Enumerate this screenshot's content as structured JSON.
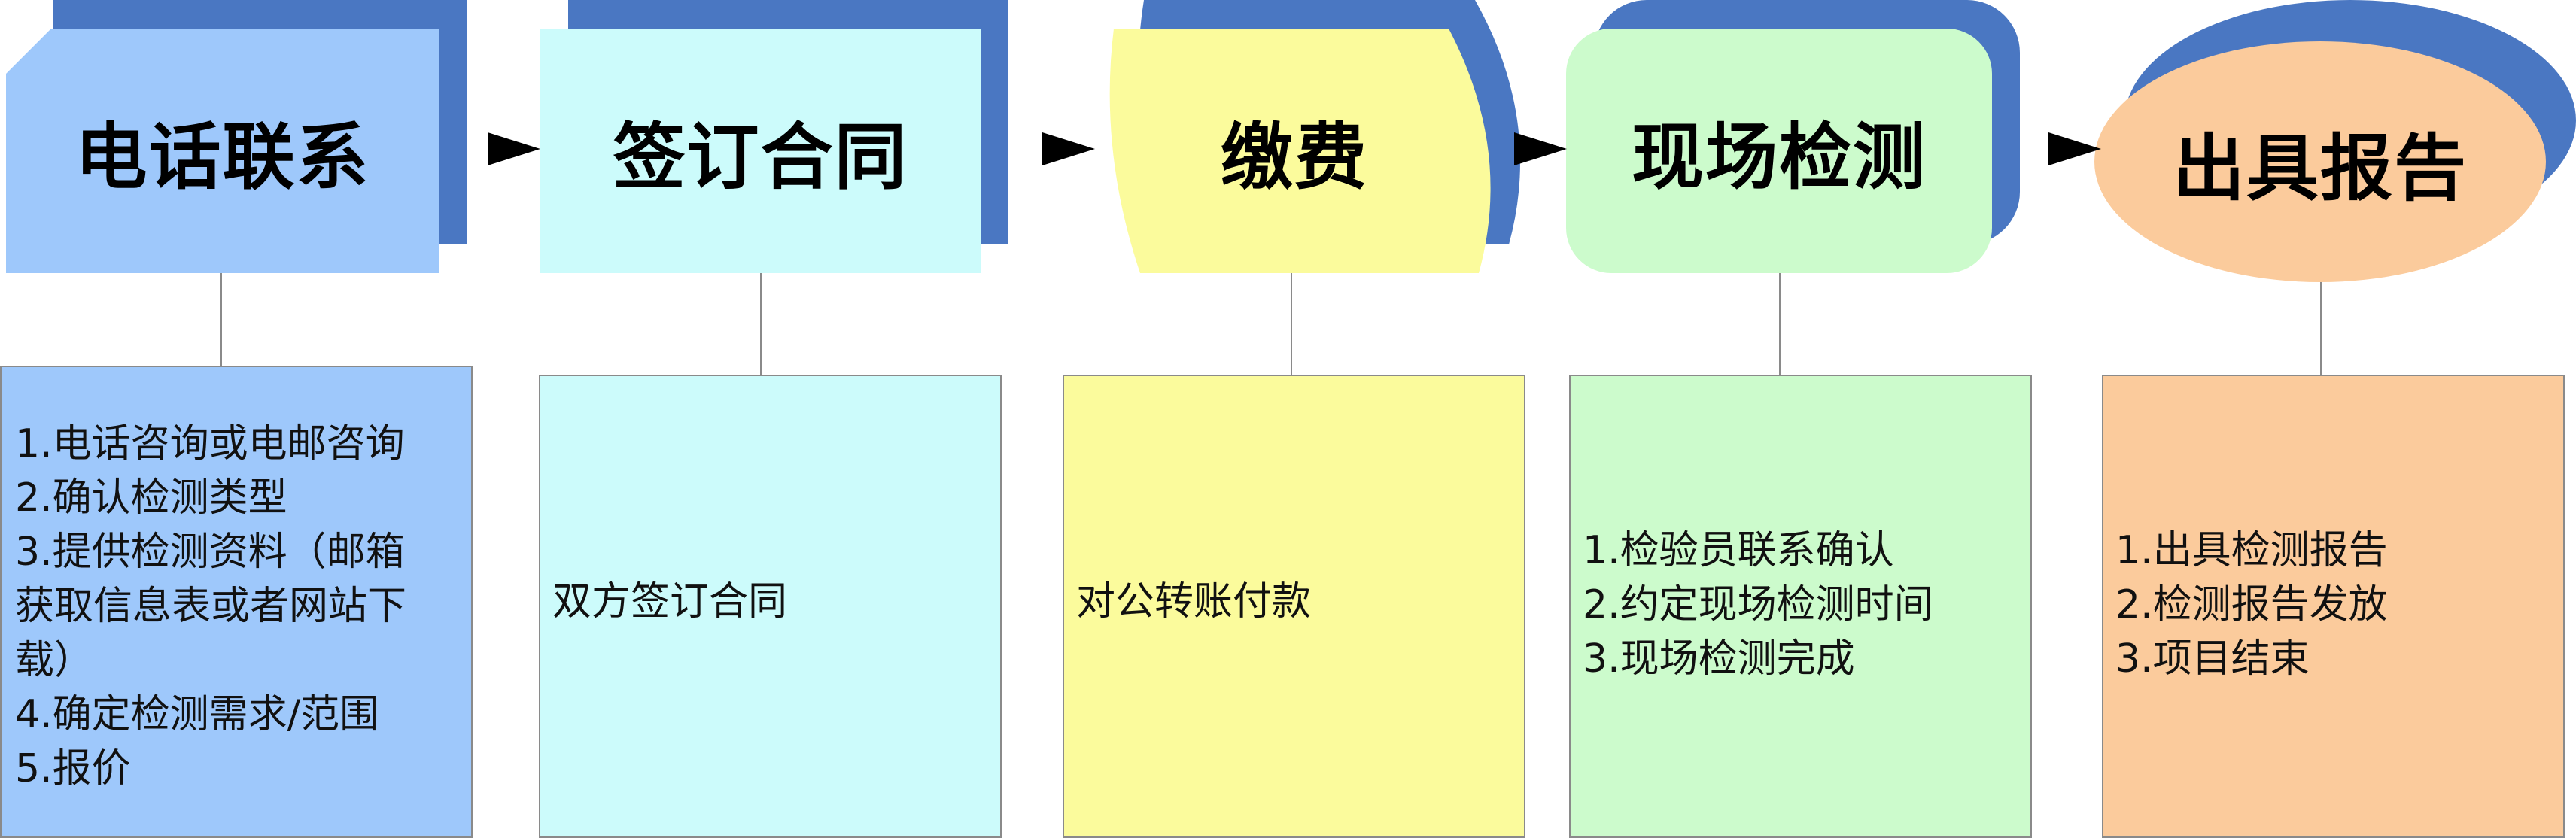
{
  "steps": [
    {
      "title": "电话联系",
      "lines": [
        "1.电话咨询或电邮咨询",
        "2.确认检测类型",
        "3.提供检测资料（邮箱",
        "获取信息表或者网站下",
        "载）",
        "4.确定检测需求/范围",
        "5.报价"
      ],
      "color": "#9ec8fb"
    },
    {
      "title": "签订合同",
      "lines": [
        "双方签订合同"
      ],
      "color": "#ccfbfb"
    },
    {
      "title": "缴费",
      "lines": [
        "对公转账付款"
      ],
      "color": "#fbfb9c"
    },
    {
      "title": "现场检测",
      "lines": [
        "1.检验员联系确认",
        "2.约定现场检测时间",
        "3.现场检测完成"
      ],
      "color": "#ccfbcc"
    },
    {
      "title": "出具报告",
      "lines": [
        "1.出具检测报告",
        "2.检测报告发放",
        "3.项目结束"
      ],
      "color": "#fbcb9c"
    }
  ],
  "shadow_color": "#4a77c2",
  "arrow_icon": "right-arrowhead-icon"
}
